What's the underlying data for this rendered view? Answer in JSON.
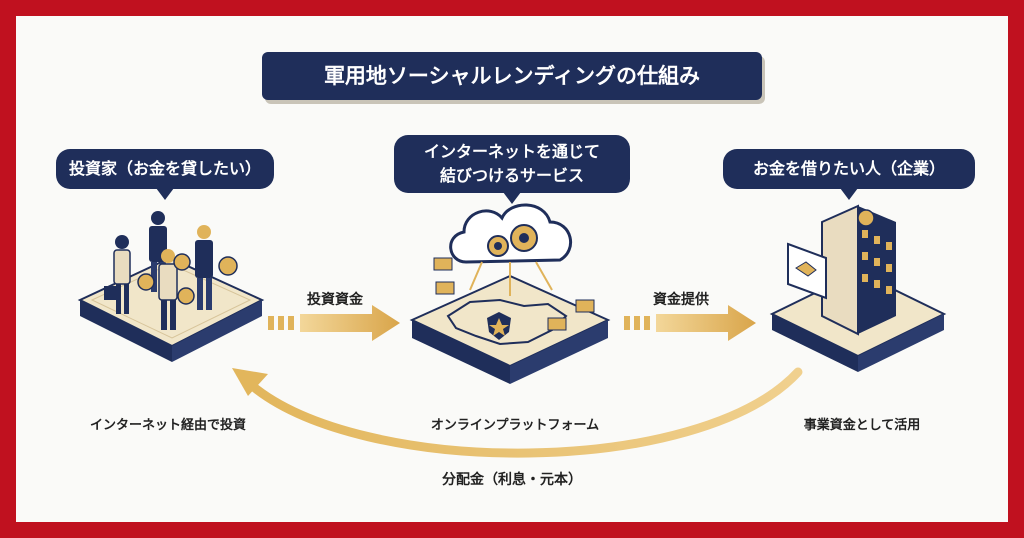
{
  "title": "軍用地ソーシャルレンディングの仕組み",
  "bubbles": {
    "investor": "投資家（お金を貸したい）",
    "service_line1": "インターネットを通じて",
    "service_line2": "結びつけるサービス",
    "borrower": "お金を借りたい人（企業）"
  },
  "labels": {
    "investor_caption": "インターネット経由で投資",
    "platform_caption": "オンラインプラットフォーム",
    "borrower_caption": "事業資金として活用"
  },
  "flows": {
    "invest": "投資資金",
    "provide": "資金提供",
    "return": "分配金（利息・元本）"
  },
  "colors": {
    "navy": "#1f2e5a",
    "gold": "#e0b35a",
    "cream": "#efe4c8",
    "frame_red": "#c0111f"
  }
}
